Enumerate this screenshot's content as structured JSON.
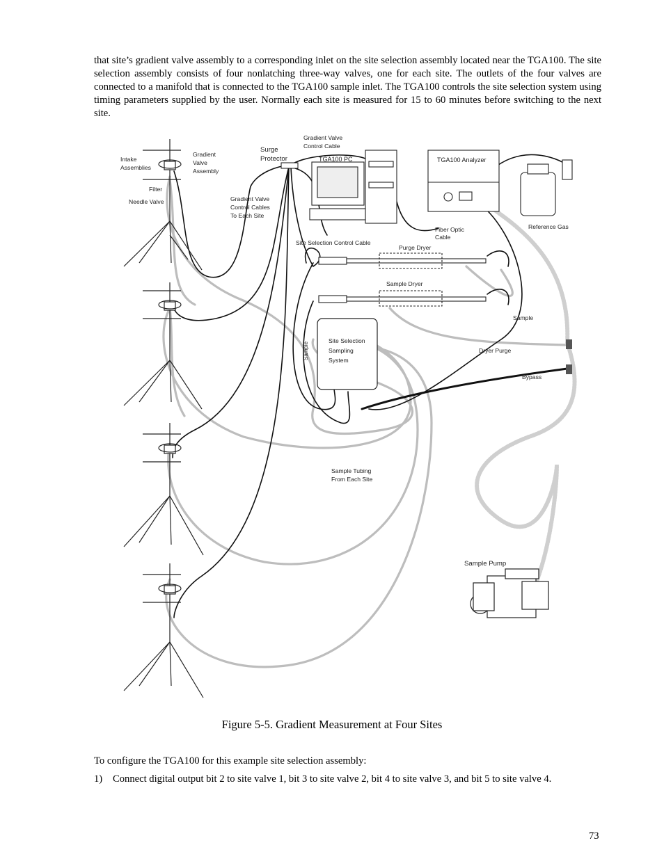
{
  "intro_paragraph": "that site’s gradient valve assembly to a corresponding inlet on the site selection assembly located near the TGA100. The site selection assembly consists of four nonlatching three-way valves, one for each site. The outlets of the four valves are connected to a manifold that is connected to the TGA100 sample inlet. The TGA100 controls the site selection system using timing parameters supplied by the user. Normally each site is measured for 15 to 60 minutes before switching to the next site.",
  "figure": {
    "labels": {
      "intake_1": "Intake",
      "intake_2": "Assemblies",
      "gradient_valve_1": "Gradient",
      "gradient_valve_2": "Valve",
      "gradient_valve_3": "Assembly",
      "filter": "Filter",
      "needle_valve": "Needle Valve",
      "surge_1": "Surge",
      "surge_2": "Protector",
      "gv_control_cable_1": "Gradient Valve",
      "gv_control_cable_2": "Control Cable",
      "gv_cables_1": "Gradient Valve",
      "gv_cables_2": "Control Cables",
      "gv_cables_3": "To Each Site",
      "tga_pc": "TGA100 PC",
      "tga_analyzer": "TGA100 Analyzer",
      "fiber_1": "Fiber Optic",
      "fiber_2": "Cable",
      "reference_gas": "Reference Gas",
      "site_sel_cable": "Site Selection Control Cable",
      "purge_dryer": "Purge Dryer",
      "sample_dryer": "Sample Dryer",
      "sample_right": "Sample",
      "sss_1": "Site Selection",
      "sss_2": "Sampling",
      "sss_3": "System",
      "sample_vertical": "Sample",
      "dryer_purge": "Dryer Purge",
      "bypass": "Bypass",
      "tubing_1": "Sample Tubing",
      "tubing_2": "From Each Site",
      "sample_pump": "Sample Pump"
    }
  },
  "caption": "Figure 5-5. Gradient Measurement at Four Sites",
  "config_intro": "To configure the TGA100 for this example site selection assembly:",
  "steps": [
    {
      "num": "1)",
      "text": "Connect digital output bit 2 to site valve 1, bit 3 to site valve 2, bit 4 to site valve 3, and bit 5 to site valve 4."
    }
  ],
  "page_number": "73"
}
